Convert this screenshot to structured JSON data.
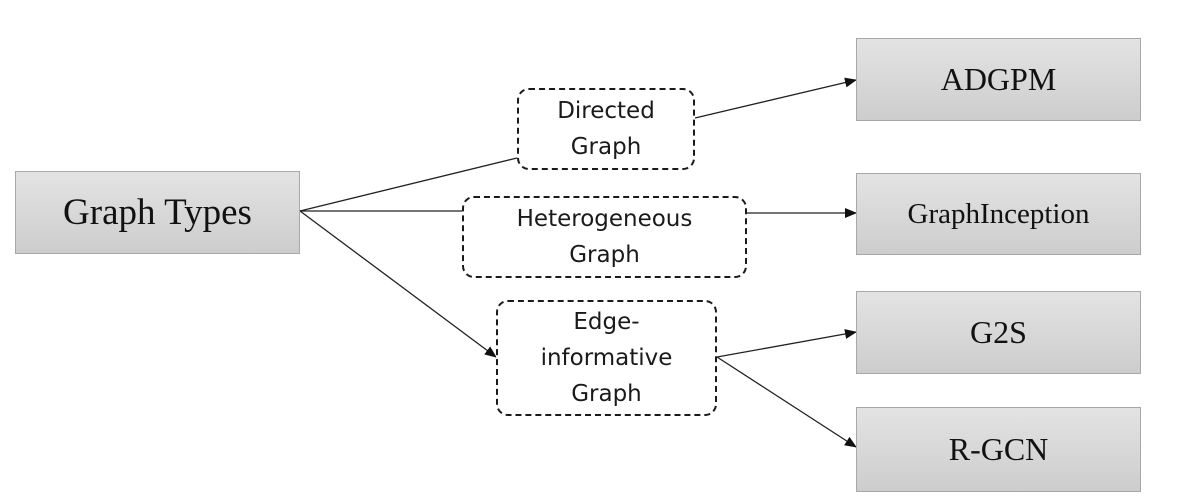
{
  "diagram": {
    "root": {
      "label": "Graph Types"
    },
    "categories": [
      {
        "label": "Directed\nGraph"
      },
      {
        "label": "Heterogeneous\nGraph"
      },
      {
        "label": "Edge-\ninformative\nGraph"
      }
    ],
    "models": [
      {
        "label": "ADGPM"
      },
      {
        "label": "GraphInception"
      },
      {
        "label": "G2S"
      },
      {
        "label": "R-GCN"
      }
    ],
    "edges": [
      {
        "from": "root",
        "to": "category-directed",
        "arrow": false
      },
      {
        "from": "root",
        "to": "category-heterogeneous",
        "arrow": false
      },
      {
        "from": "root",
        "to": "category-edge-informative",
        "arrow": true
      },
      {
        "from": "category-directed",
        "to": "model-adgpm",
        "arrow": true
      },
      {
        "from": "category-heterogeneous",
        "to": "model-graphinception",
        "arrow": true
      },
      {
        "from": "category-edge-informative",
        "to": "model-g2s",
        "arrow": true
      },
      {
        "from": "category-edge-informative",
        "to": "model-rgcn",
        "arrow": true
      }
    ]
  }
}
